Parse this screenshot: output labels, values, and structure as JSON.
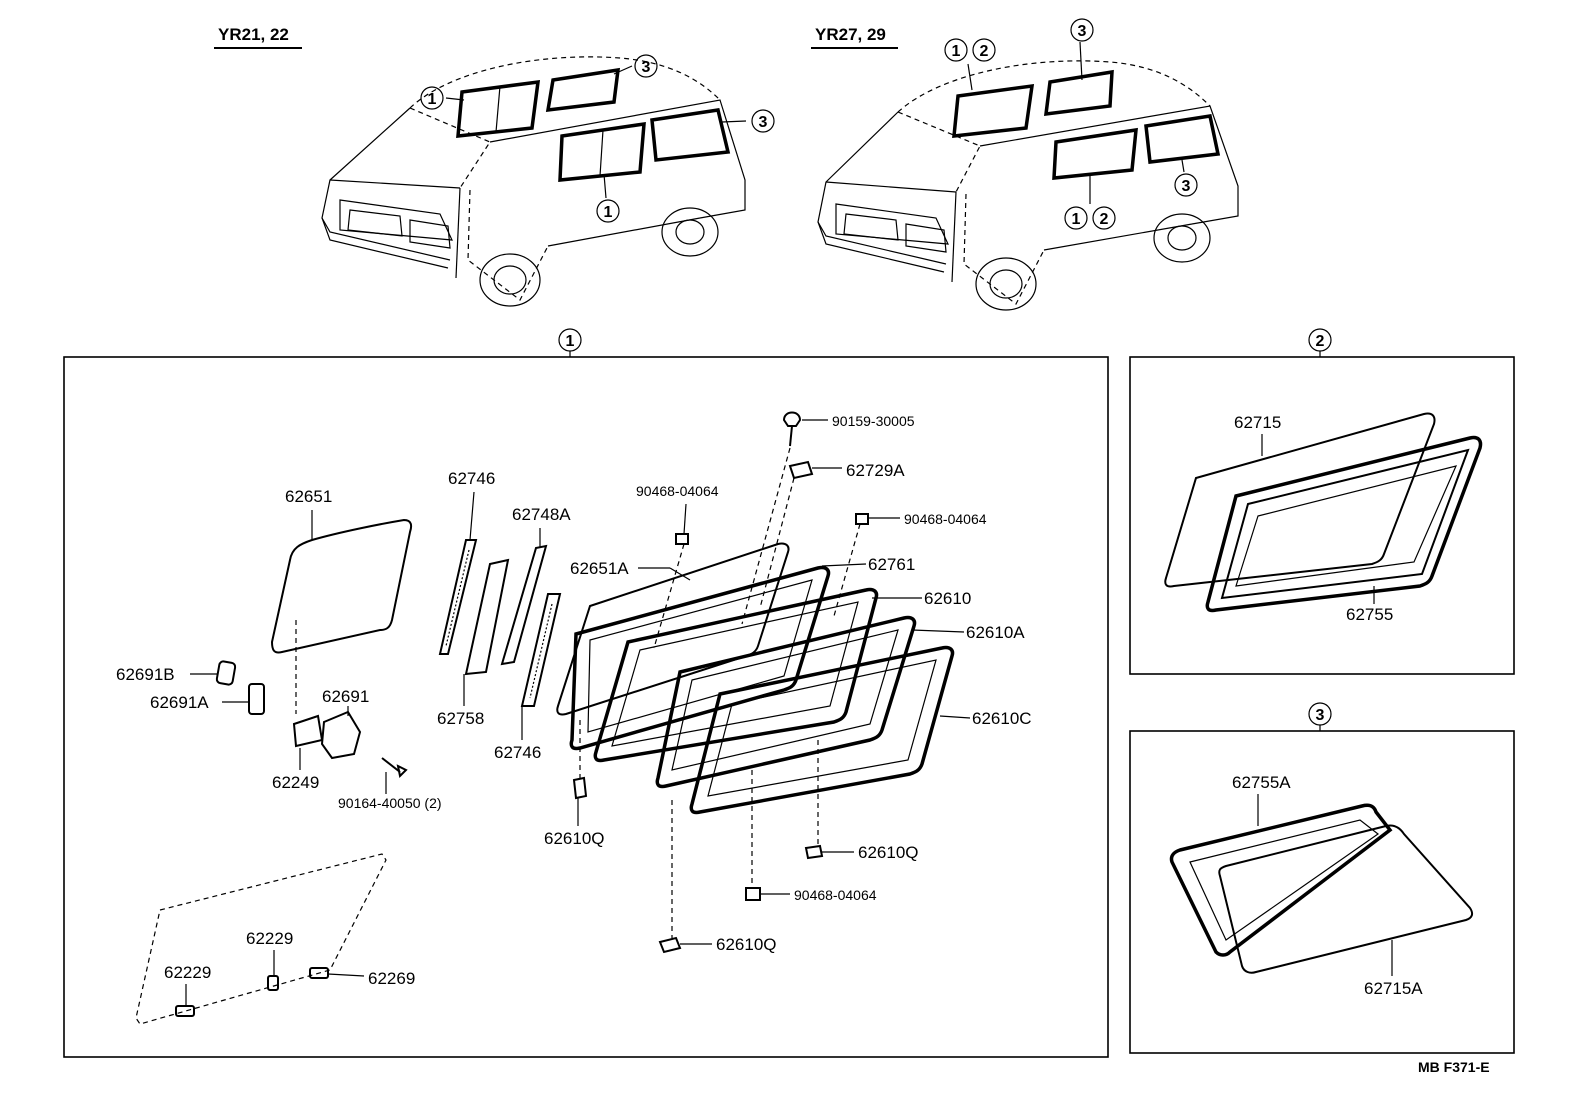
{
  "models": {
    "left": "YR21, 22",
    "right": "YR27, 29"
  },
  "callouts": {
    "c1": "1",
    "c2": "2",
    "c3": "3"
  },
  "sections": {
    "main": "1",
    "second": "2",
    "third": "3"
  },
  "parts": {
    "p62651": "62651",
    "p62691B": "62691B",
    "p62691A": "62691A",
    "p62691": "62691",
    "p62249": "62249",
    "p90164": "90164-40050 (2)",
    "p62746a": "62746",
    "p62758": "62758",
    "p62748A": "62748A",
    "p62746b": "62746",
    "p90159": "90159-30005",
    "p62729A": "62729A",
    "p90468a": "90468-04064",
    "p90468b": "90468-04064",
    "p90468c": "90468-04064",
    "p62651A": "62651A",
    "p62761": "62761",
    "p62610": "62610",
    "p62610A": "62610A",
    "p62610C": "62610C",
    "p62610Qa": "62610Q",
    "p62610Qb": "62610Q",
    "p62610Qc": "62610Q",
    "p62229a": "62229",
    "p62229b": "62229",
    "p62269": "62269",
    "p62715": "62715",
    "p62755": "62755",
    "p62755A": "62755A",
    "p62715A": "62715A"
  },
  "footer": {
    "code": "MB  F371-E"
  }
}
